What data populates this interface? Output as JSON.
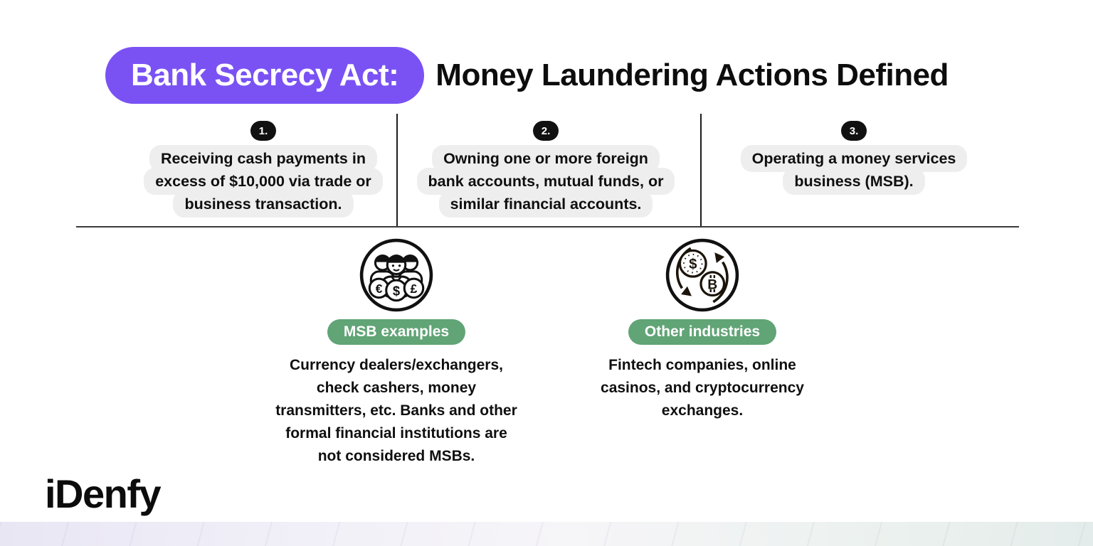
{
  "header": {
    "highlight_label": "Bank Secrecy Act:",
    "title": "Money Laundering Actions Defined"
  },
  "actions": [
    {
      "number": "1.",
      "text": "Receiving cash payments in\nexcess of $10,000 via trade or\nbusiness transaction."
    },
    {
      "number": "2.",
      "text": "Owning one or more foreign\nbank accounts, mutual funds, or\nsimilar financial accounts."
    },
    {
      "number": "3.",
      "text": "Operating a money services\nbusiness (MSB)."
    }
  ],
  "groups": [
    {
      "icon": "msb-people-coins-icon",
      "label": "MSB examples",
      "text": "Currency dealers/exchangers,\ncheck cashers, money\ntransmitters, etc. Banks and other\nformal financial institutions are\nnot considered MSBs."
    },
    {
      "icon": "currency-crypto-exchange-icon",
      "label": "Other industries",
      "text": "Fintech companies, online\ncasinos, and cryptocurrency\nexchanges."
    }
  ],
  "icon_glyphs": {
    "euro": "€",
    "dollar": "$",
    "pound": "£",
    "dollar2": "$",
    "bitcoin": "B"
  },
  "brand": {
    "logo_text": "iDenfy"
  },
  "colors": {
    "accent_purple": "#7a52f4",
    "accent_green": "#61a476",
    "highlight_gray": "#eeeeee",
    "badge_black": "#111111",
    "text_black": "#0f0f0f"
  }
}
